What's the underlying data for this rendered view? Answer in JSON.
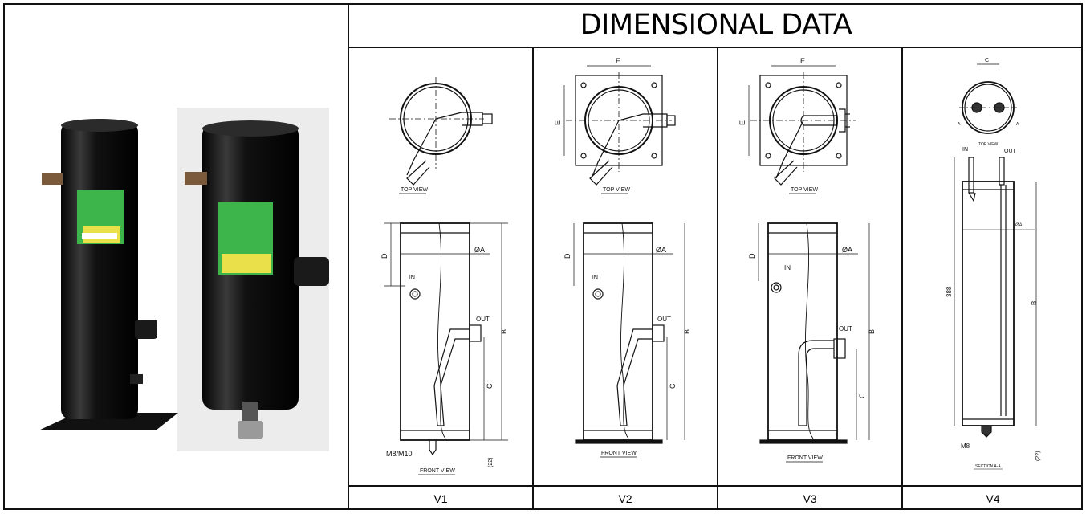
{
  "title": "DIMENSIONAL DATA",
  "labels": {
    "top_view": "TOP VIEW",
    "front_view": "FRONT VIEW",
    "section": "SECTION A-A",
    "in": "IN",
    "out": "OUT",
    "dia_a": "ØA",
    "a": "A",
    "b": "B",
    "c": "C",
    "d": "D",
    "e": "E",
    "thread_v1": "M8/M10",
    "thread_v4": "M8",
    "gap": "(22)",
    "length_v4": "388"
  },
  "variants": [
    "V1",
    "V2",
    "V3",
    "V4"
  ],
  "colors": {
    "line": "#111111",
    "tank": "#141414",
    "label_green": "#3db54a",
    "label_yellow": "#e9e04a"
  }
}
